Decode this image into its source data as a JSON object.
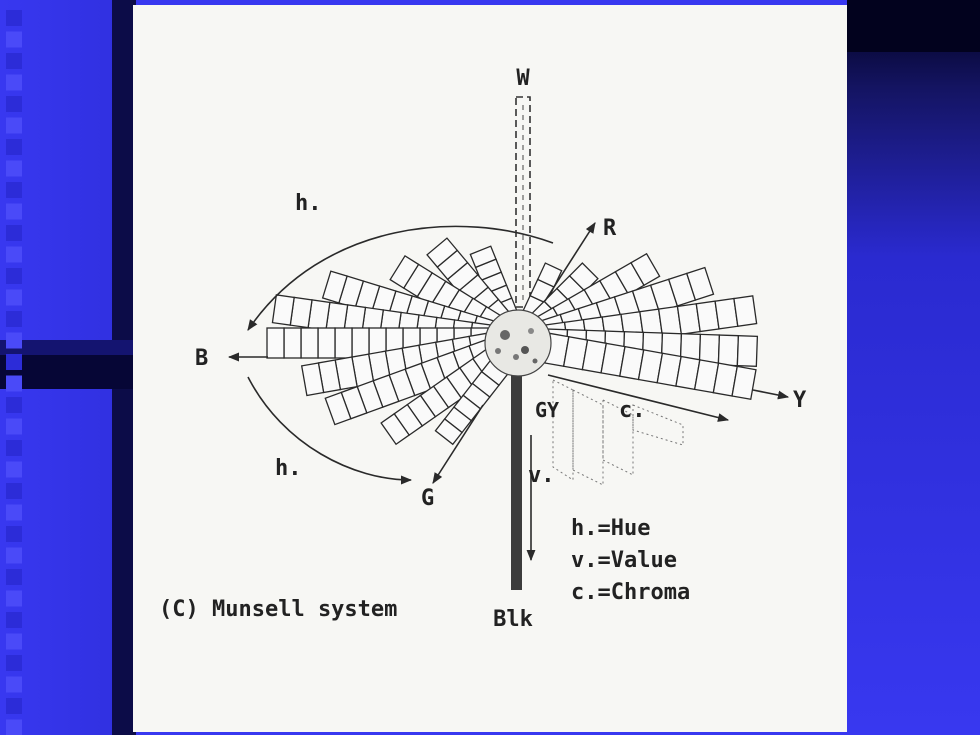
{
  "colors": {
    "slide_blue": "#3838f0",
    "dark_navy": "#0a0a3c",
    "paper": "#f7f7f4",
    "ink": "#2a2a2a"
  },
  "diagram": {
    "top_label": "W",
    "bottom_label": "Blk",
    "hue_labels": {
      "red": "R",
      "blue": "B",
      "yellow": "Y",
      "green": "G",
      "green_yellow": "GY"
    },
    "hue_arrow_label_top": "h.",
    "hue_arrow_label_bottom": "h.",
    "chroma_arrow_label": "c.",
    "value_arrow_label": "v.",
    "legend": [
      "h.=Hue",
      "v.=Value",
      "c.=Chroma"
    ],
    "caption": "(C) Munsell system"
  }
}
